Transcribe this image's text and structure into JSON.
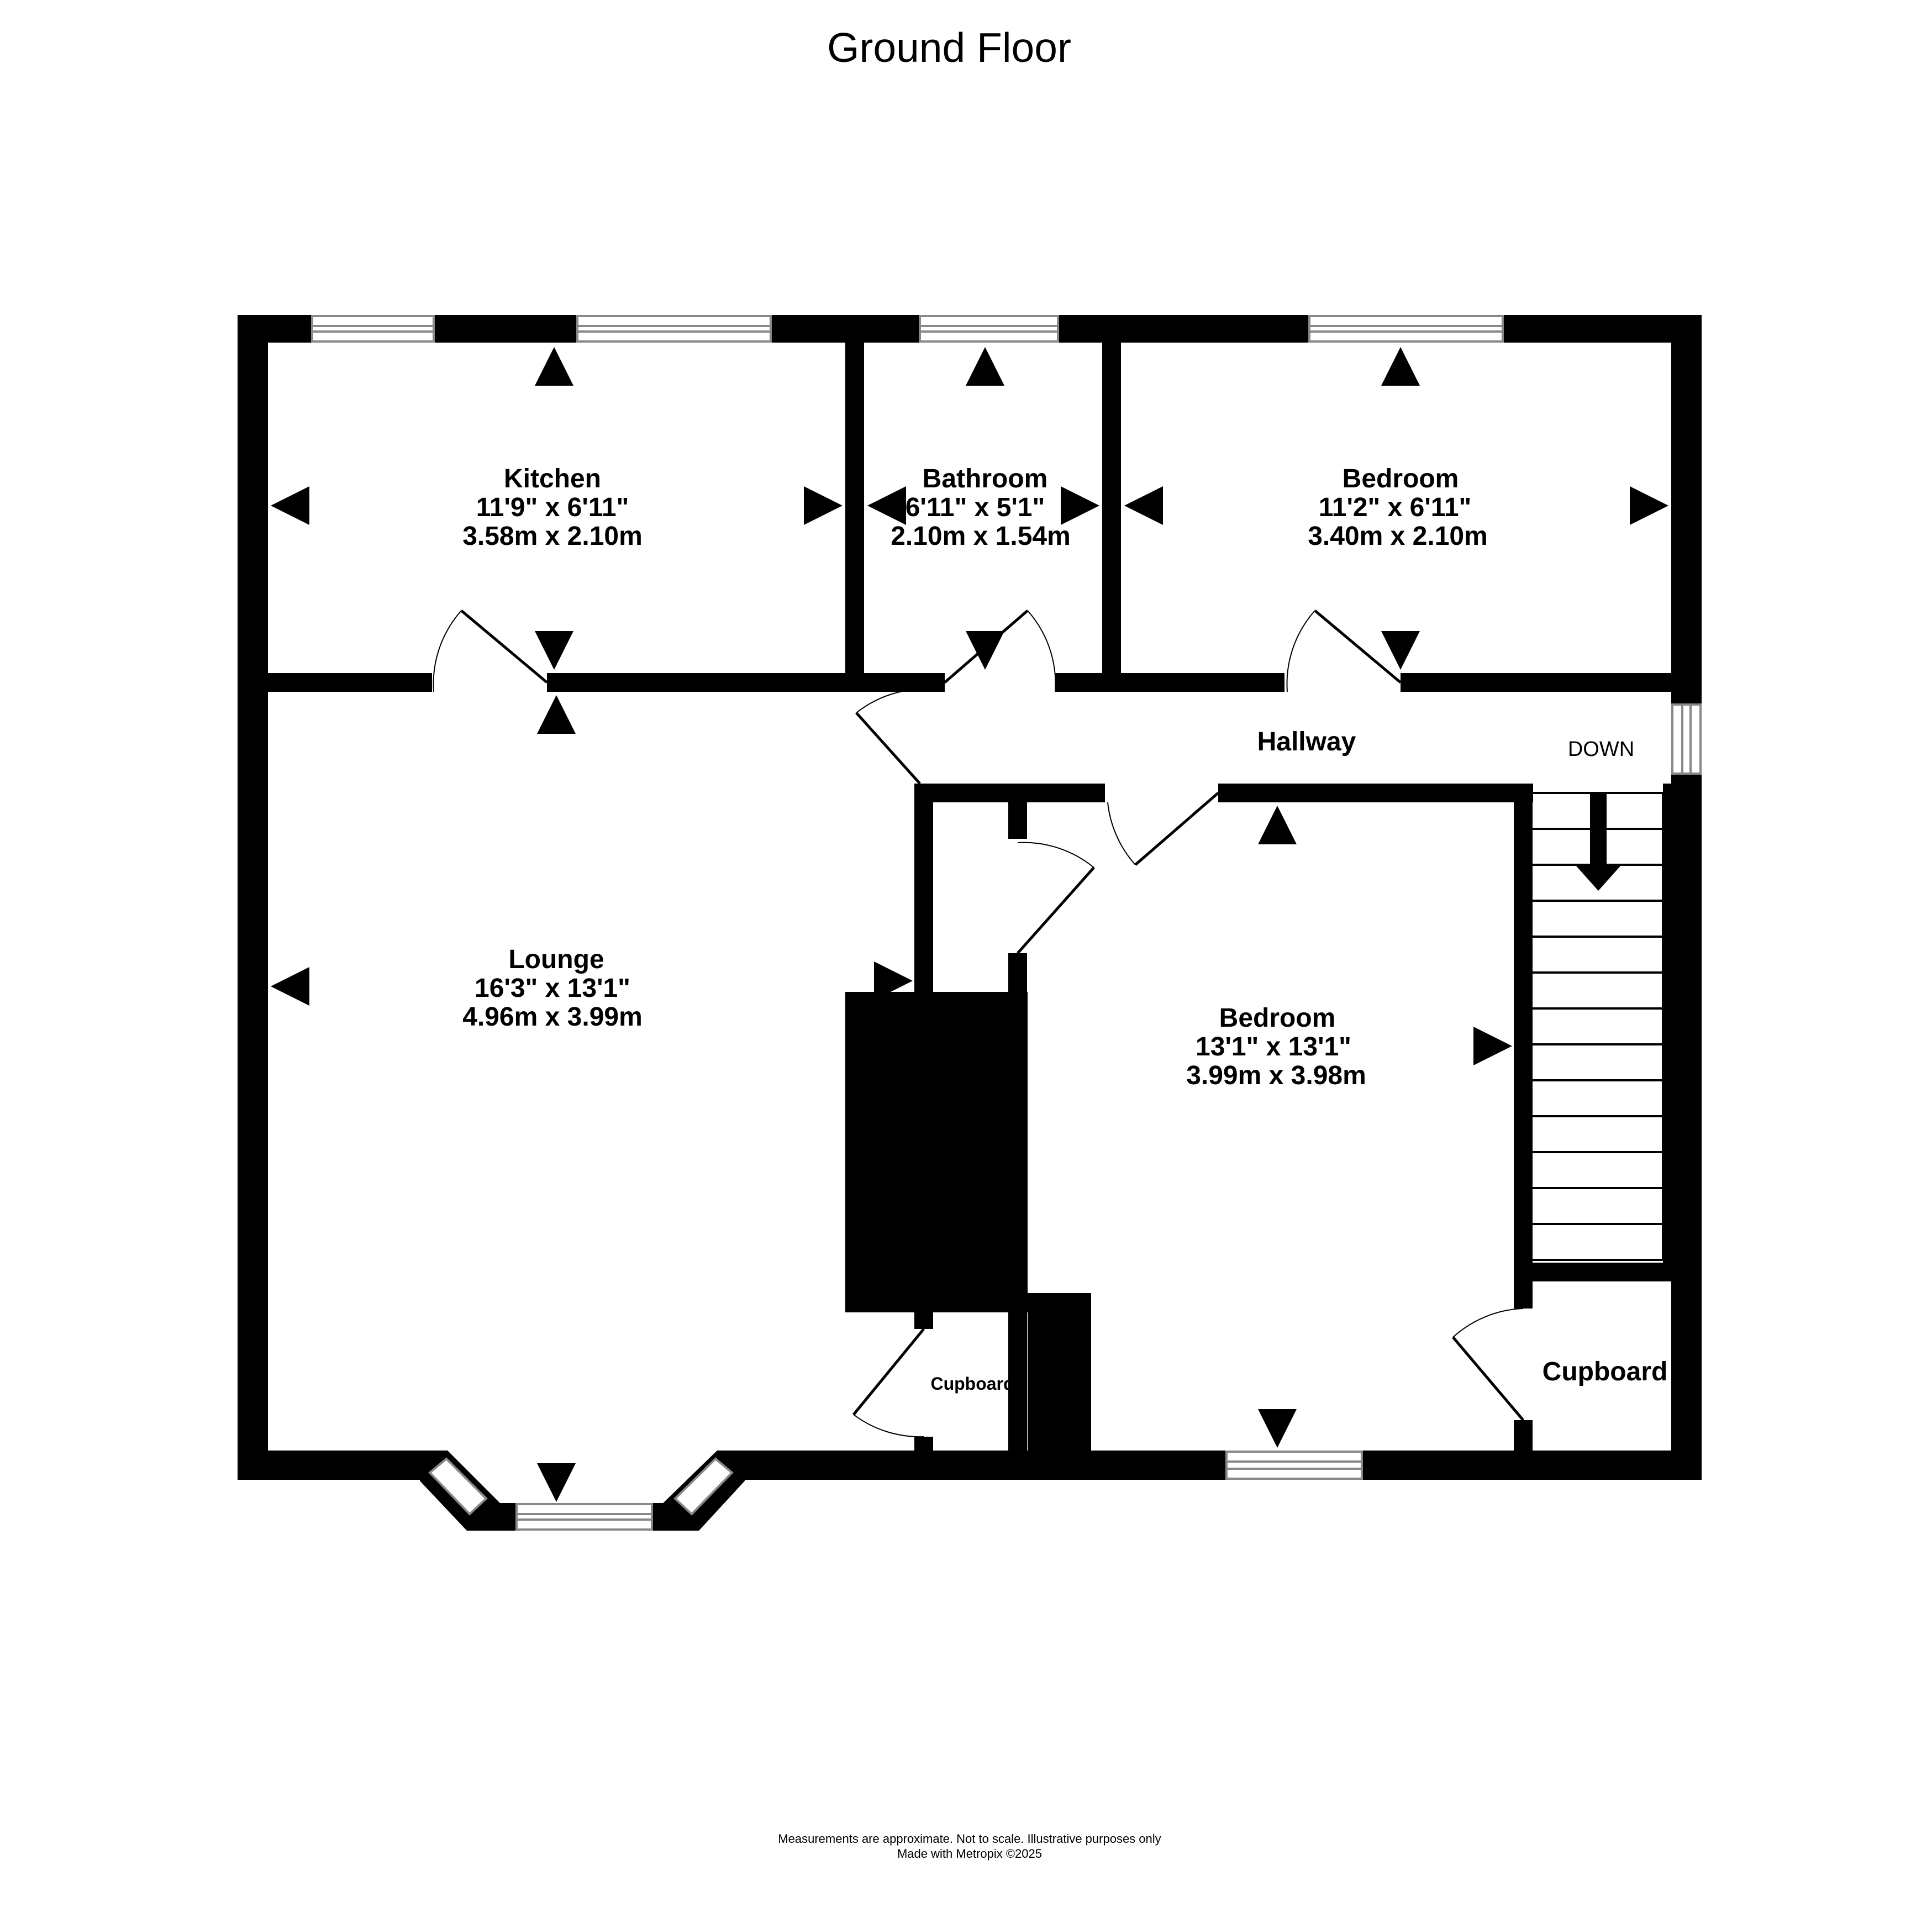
{
  "floor": {
    "title": "Ground Floor"
  },
  "rooms": {
    "kitchen": {
      "name": "Kitchen",
      "imperial": "11'9\"  x 6'11\"",
      "metric": "3.58m  x 2.10m"
    },
    "bathroom": {
      "name": "Bathroom",
      "imperial": "6'11\"  x 5'1\"",
      "metric": "2.10m  x 1.54m"
    },
    "bedroom1": {
      "name": "Bedroom",
      "imperial": "11'2\"  x 6'11\"",
      "metric": "3.40m  x 2.10m"
    },
    "hallway": {
      "name": "Hallway"
    },
    "lounge": {
      "name": "Lounge",
      "imperial": "16'3\"  x 13'1\"",
      "metric": "4.96m  x 3.99m"
    },
    "bedroom2": {
      "name": "Bedroom",
      "imperial": "13'1\"  x 13'1\"",
      "metric": "3.99m  x 3.98m"
    },
    "cupboard_small": {
      "name": "Cupboard"
    },
    "cupboard": {
      "name": "Cupboard"
    }
  },
  "stairs": {
    "label": "DOWN"
  },
  "footer": {
    "line1": "Measurements are approximate.  Not to scale.  Illustrative purposes only",
    "line2": "Made with Metropix ©2025"
  },
  "colors": {
    "wall": "#000000",
    "window": "#ffffff",
    "background": "#ffffff"
  }
}
